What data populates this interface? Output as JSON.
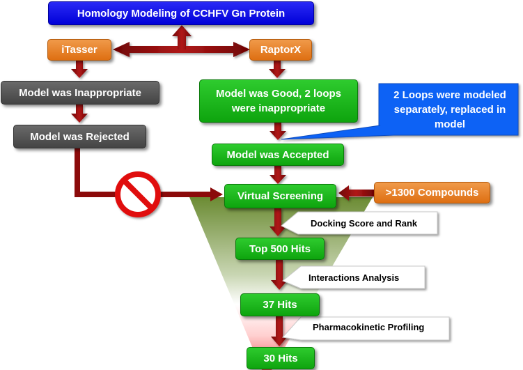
{
  "title": "Homology Modeling of CCHFV Gn Protein",
  "nodes": {
    "itasser": "iTasser",
    "raptorx": "RaptorX",
    "model_inappropriate": "Model was Inappropriate",
    "model_rejected": "Model was Rejected",
    "model_good": "Model was Good, 2 loops were inappropriate",
    "model_accepted": "Model was Accepted",
    "virtual_screening": "Virtual Screening",
    "compounds": ">1300 Compounds",
    "top500": "Top 500 Hits",
    "hits37": "37 Hits",
    "hits30": "30 Hits"
  },
  "callout": "2 Loops were modeled separately, replaced in model",
  "funnel_labels": {
    "docking": "Docking Score and Rank",
    "interactions": "Interactions Analysis",
    "pharmacokinetic": "Pharmacokinetic Profiling"
  },
  "icons": {
    "prohibited": "prohibited-sign-icon"
  },
  "colors": {
    "blue": "#0000d8",
    "orange": "#de6f12",
    "gray": "#4a4a4a",
    "green": "#12a812",
    "arrow": "#8b0a0a",
    "prohibited_red": "#e01010",
    "funnel_green": "#6f8f3a",
    "funnel_pink": "#f06a6a"
  }
}
